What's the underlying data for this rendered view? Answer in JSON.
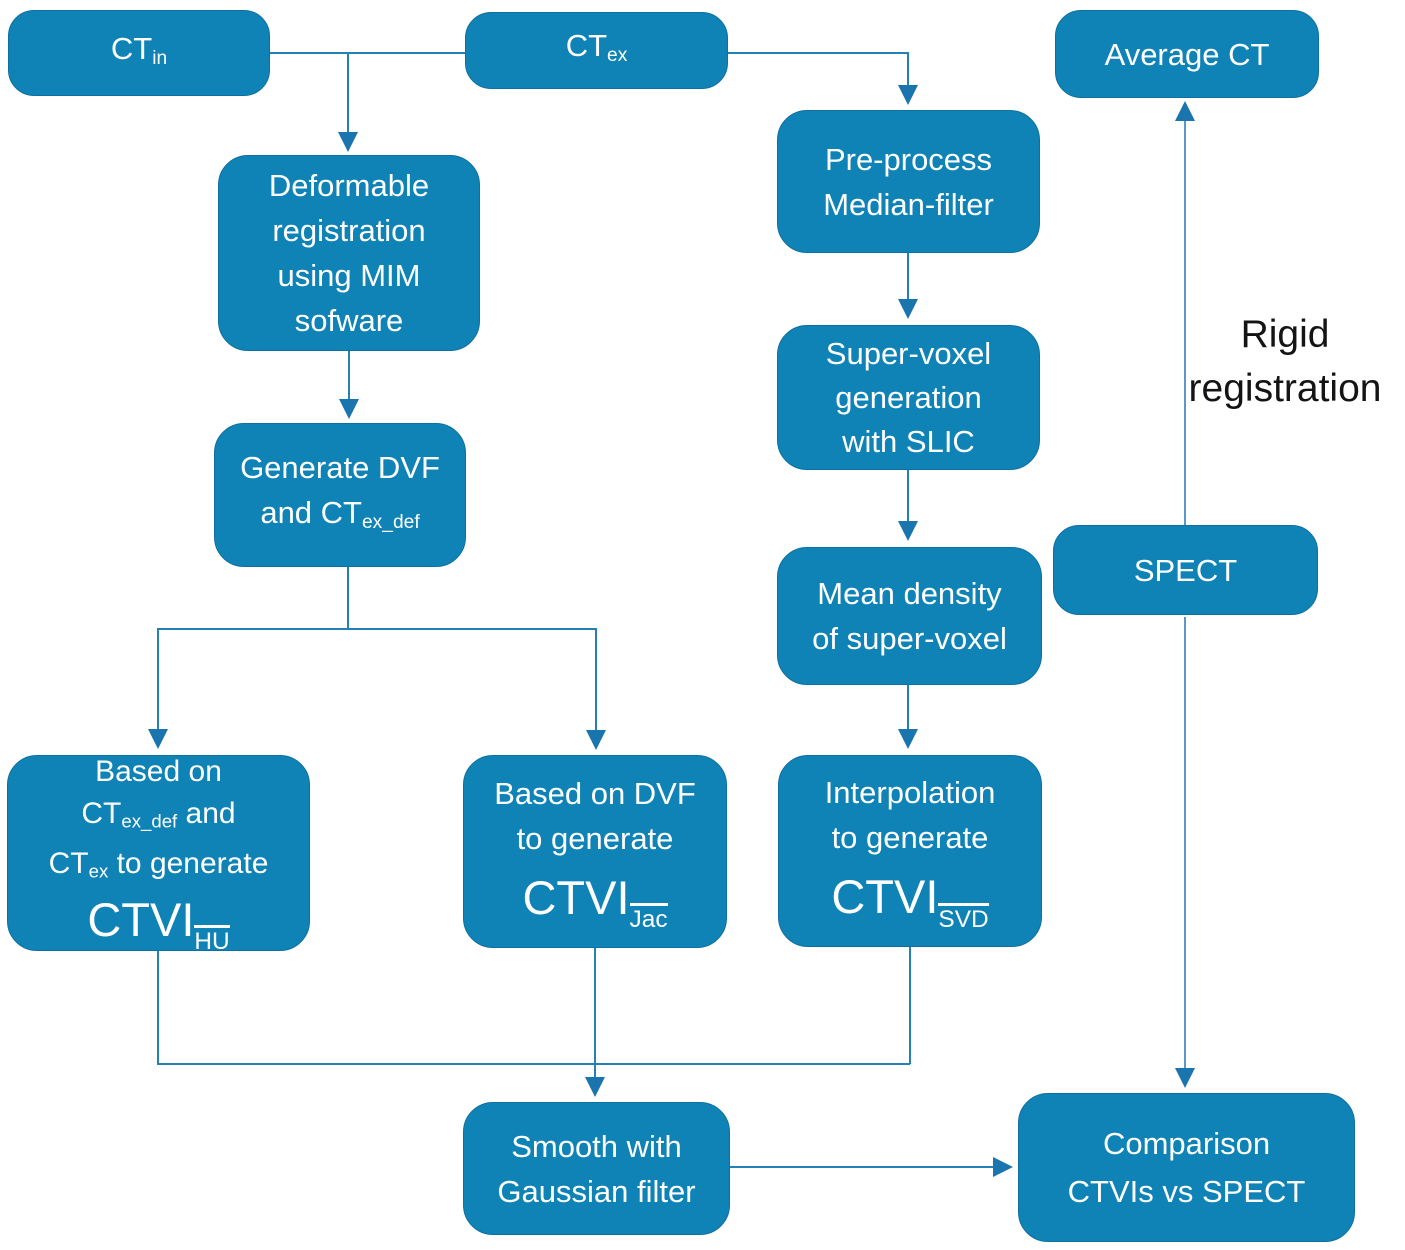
{
  "diagram_title": "CT ventilation imaging (CTVI) workflow flowchart",
  "colors": {
    "box_fill": "#0f83b5",
    "box_border": "#0e70a0",
    "box_text": "#ffffff",
    "edge_line": "#2580b4",
    "edge_line_light": "#5b99c4",
    "arrowhead": "#1a74ae",
    "label_text": "#141414",
    "background": "#ffffff"
  },
  "nodes": {
    "ct_in": {
      "text": "CT",
      "sub": "in"
    },
    "ct_ex": {
      "text": "CT",
      "sub": "ex"
    },
    "average_ct": {
      "text": "Average CT"
    },
    "deformable": {
      "lines": [
        "Deformable",
        "registration",
        "using MIM",
        "sofware"
      ]
    },
    "preprocess": {
      "lines": [
        "Pre-process",
        "Median-filter"
      ]
    },
    "generate_dvf": {
      "line1": "Generate DVF",
      "line2_text": "and CT",
      "line2_sub": "ex_def"
    },
    "supervoxel": {
      "lines": [
        "Super-voxel",
        "generation",
        "with SLIC"
      ]
    },
    "mean_density": {
      "lines": [
        "Mean density",
        "of super-voxel"
      ]
    },
    "spect": {
      "text": "SPECT"
    },
    "ctvi_hu": {
      "line1": "Based on",
      "line2_text": "CT",
      "line2_sub": "ex_def",
      "line2_tail": " and",
      "line3_text": "CT",
      "line3_sub": "ex",
      "line3_tail": " to generate",
      "result_text": "CTVI",
      "result_sub": "HU"
    },
    "ctvi_jac": {
      "line1": "Based on DVF",
      "line2": "to generate",
      "result_text": "CTVI",
      "result_sub": "Jac"
    },
    "ctvi_svd": {
      "line1": "Interpolation",
      "line2": "to generate",
      "result_text": "CTVI",
      "result_sub": "SVD"
    },
    "smooth": {
      "lines": [
        "Smooth with",
        "Gaussian filter"
      ]
    },
    "comparison": {
      "lines": [
        "Comparison",
        "CTVIs vs SPECT"
      ]
    }
  },
  "labels": {
    "rigid": {
      "lines": [
        "Rigid",
        "registration"
      ]
    }
  },
  "edges": [
    {
      "from": "CT_in",
      "to": "Deformable registration using MIM sofware"
    },
    {
      "from": "CT_ex",
      "to": "Deformable registration using MIM sofware"
    },
    {
      "from": "CT_ex",
      "to": "Pre-process Median-filter"
    },
    {
      "from": "Deformable registration using MIM sofware",
      "to": "Generate DVF and CT_ex_def"
    },
    {
      "from": "Generate DVF and CT_ex_def",
      "to": "Based on CT_ex_def and CT_ex to generate CTVI_HU"
    },
    {
      "from": "Generate DVF and CT_ex_def",
      "to": "Based on DVF to generate CTVI_Jac"
    },
    {
      "from": "Pre-process Median-filter",
      "to": "Super-voxel generation with SLIC"
    },
    {
      "from": "Super-voxel generation with SLIC",
      "to": "Mean density of super-voxel"
    },
    {
      "from": "Mean density of super-voxel",
      "to": "Interpolation to generate CTVI_SVD"
    },
    {
      "from": "Based on CT_ex_def and CT_ex to generate CTVI_HU",
      "to": "Smooth with Gaussian filter"
    },
    {
      "from": "Based on DVF to generate CTVI_Jac",
      "to": "Smooth with Gaussian filter"
    },
    {
      "from": "Interpolation to generate CTVI_SVD",
      "to": "Smooth with Gaussian filter"
    },
    {
      "from": "Smooth with Gaussian filter",
      "to": "Comparison CTVIs vs SPECT"
    },
    {
      "from": "SPECT",
      "to": "Average CT",
      "label": "Rigid registration"
    },
    {
      "from": "SPECT",
      "to": "Comparison CTVIs vs SPECT"
    }
  ]
}
